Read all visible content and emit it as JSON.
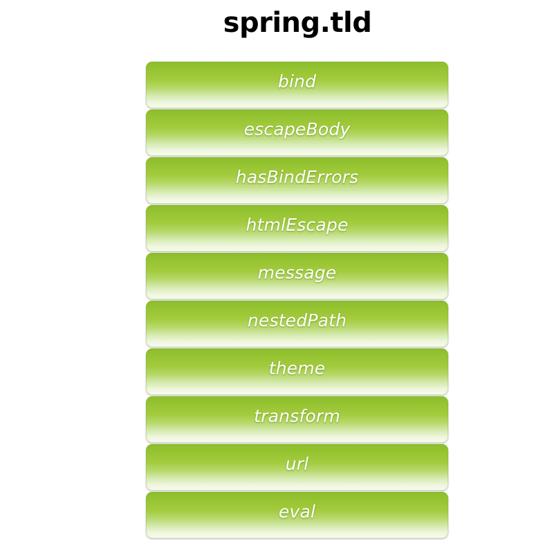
{
  "title": "spring.tld",
  "items": [
    {
      "label": "bind"
    },
    {
      "label": "escapeBody"
    },
    {
      "label": "hasBindErrors"
    },
    {
      "label": "htmlEscape"
    },
    {
      "label": "message"
    },
    {
      "label": "nestedPath"
    },
    {
      "label": "theme"
    },
    {
      "label": "transform"
    },
    {
      "label": "url"
    },
    {
      "label": "eval"
    }
  ],
  "colors": {
    "bar_top": "#8cbd2a",
    "bar_bottom": "#f8fbf0",
    "label": "#ffffff",
    "title": "#000000"
  }
}
